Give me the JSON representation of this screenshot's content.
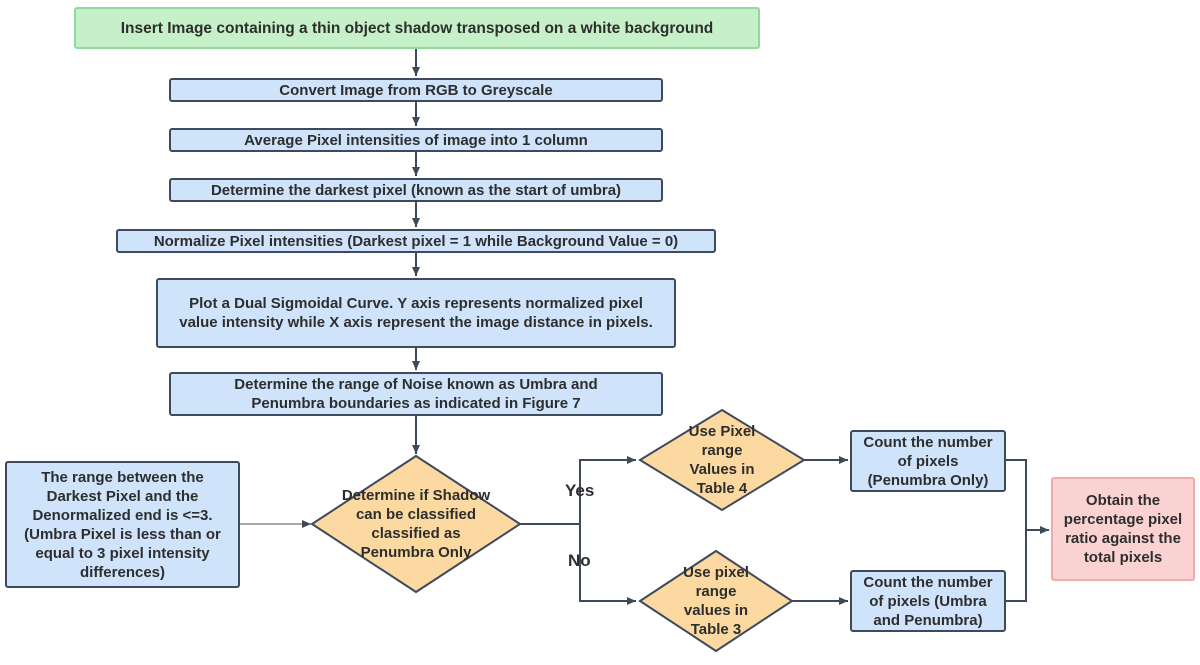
{
  "nodes": {
    "insert": "Insert Image containing a thin object shadow transposed on a white background",
    "convert": "Convert Image from RGB to Greyscale",
    "average": "Average Pixel intensities of image into 1 column",
    "darkest": "Determine the darkest pixel (known as the start of umbra)",
    "normalize": "Normalize Pixel intensities (Darkest pixel = 1 while Background Value = 0)",
    "plot": "Plot a Dual Sigmoidal Curve. Y axis represents normalized pixel value intensity while X axis represent the image distance in pixels.",
    "range": "Determine the range of Noise known as Umbra and Penumbra boundaries as indicated in Figure 7",
    "note": "The range between the Darkest Pixel and the Denormalized end is <=3. (Umbra Pixel is less than or equal to 3 pixel intensity differences)",
    "decision": "Determine if Shadow can be classified classified as Penumbra Only",
    "use_table4": "Use Pixel range Values in Table 4",
    "use_table3": "Use pixel range values in Table 3",
    "count_penumbra": "Count the number of pixels (Penumbra Only)",
    "count_both": "Count the number of pixels (Umbra and Penumbra)",
    "obtain": "Obtain the percentage pixel ratio against the total pixels"
  },
  "edges": {
    "yes": "Yes",
    "no": "No"
  },
  "colors": {
    "process": "#cfe3fb",
    "start": "#c6f0c8",
    "decision": "#fcd9a0",
    "end": "#fbd2d2",
    "stroke": "#3e4a5c"
  }
}
